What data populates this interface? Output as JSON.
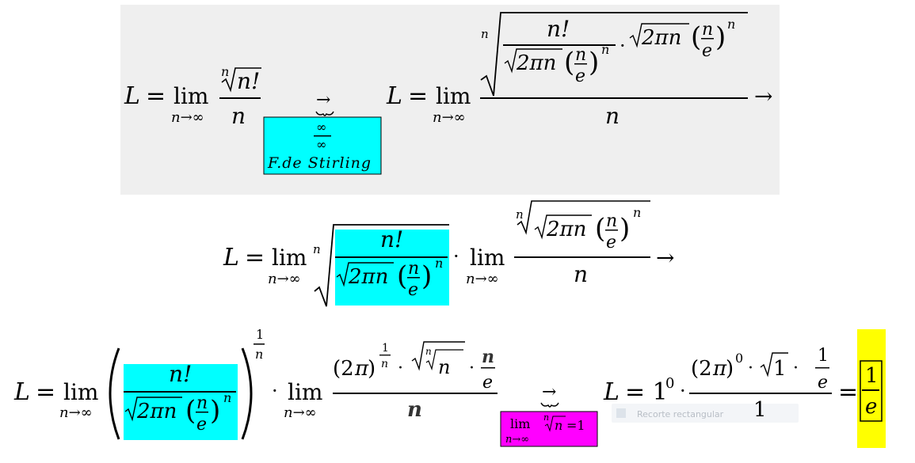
{
  "colors": {
    "panel": "#efefef",
    "cyan_highlight": "#00ffff",
    "magenta_highlight": "#ff00ff",
    "yellow_highlight": "#ffff00"
  },
  "row1": {
    "lhs": "L =",
    "lim": "lim",
    "lim_sub": "n→∞",
    "frac_num": "ⁿ√n!",
    "frac_den": "n",
    "indeterminate": "∞/∞",
    "stirling_label": "F.de Stirling",
    "rhs_lhs": "L =",
    "rhs_inner_num": "n!",
    "rhs_inner_den": "√2πn (n/e)ⁿ",
    "rhs_times": "· √2πn (n/e)ⁿ",
    "rhs_den": "n",
    "arrow": "→"
  },
  "row2": {
    "lhs": "L =",
    "lim": "lim",
    "lim_sub": "n→∞",
    "inner_num": "n!",
    "inner_den": "√2πn (n/e)ⁿ",
    "dot": "·",
    "lim2": "lim",
    "lim2_sub": "n→∞",
    "right_num": "√2πn (n/e)ⁿ",
    "right_den": "n",
    "arrow": "→"
  },
  "row3": {
    "lhs": "L =",
    "lim": "lim",
    "lim_sub": "n→∞",
    "paren_num": "n!",
    "paren_den": "√2πn (n/e)ⁿ",
    "exponent": "1/n",
    "dot": "·",
    "lim2": "lim",
    "lim2_sub": "n→∞",
    "frac_num": "(2π)^(1/n) · √(ⁿ√n) · n/e",
    "frac_den": "n",
    "note": "lim n→∞ ⁿ√n=1",
    "result_lhs": "L = 1⁰ · ",
    "result_num": "(2π)⁰ · √1 · 1/e",
    "result_den": "1",
    "equals": "=",
    "final_num": "1",
    "final_den": "e",
    "ghost_text": "Recorte rectangular"
  }
}
